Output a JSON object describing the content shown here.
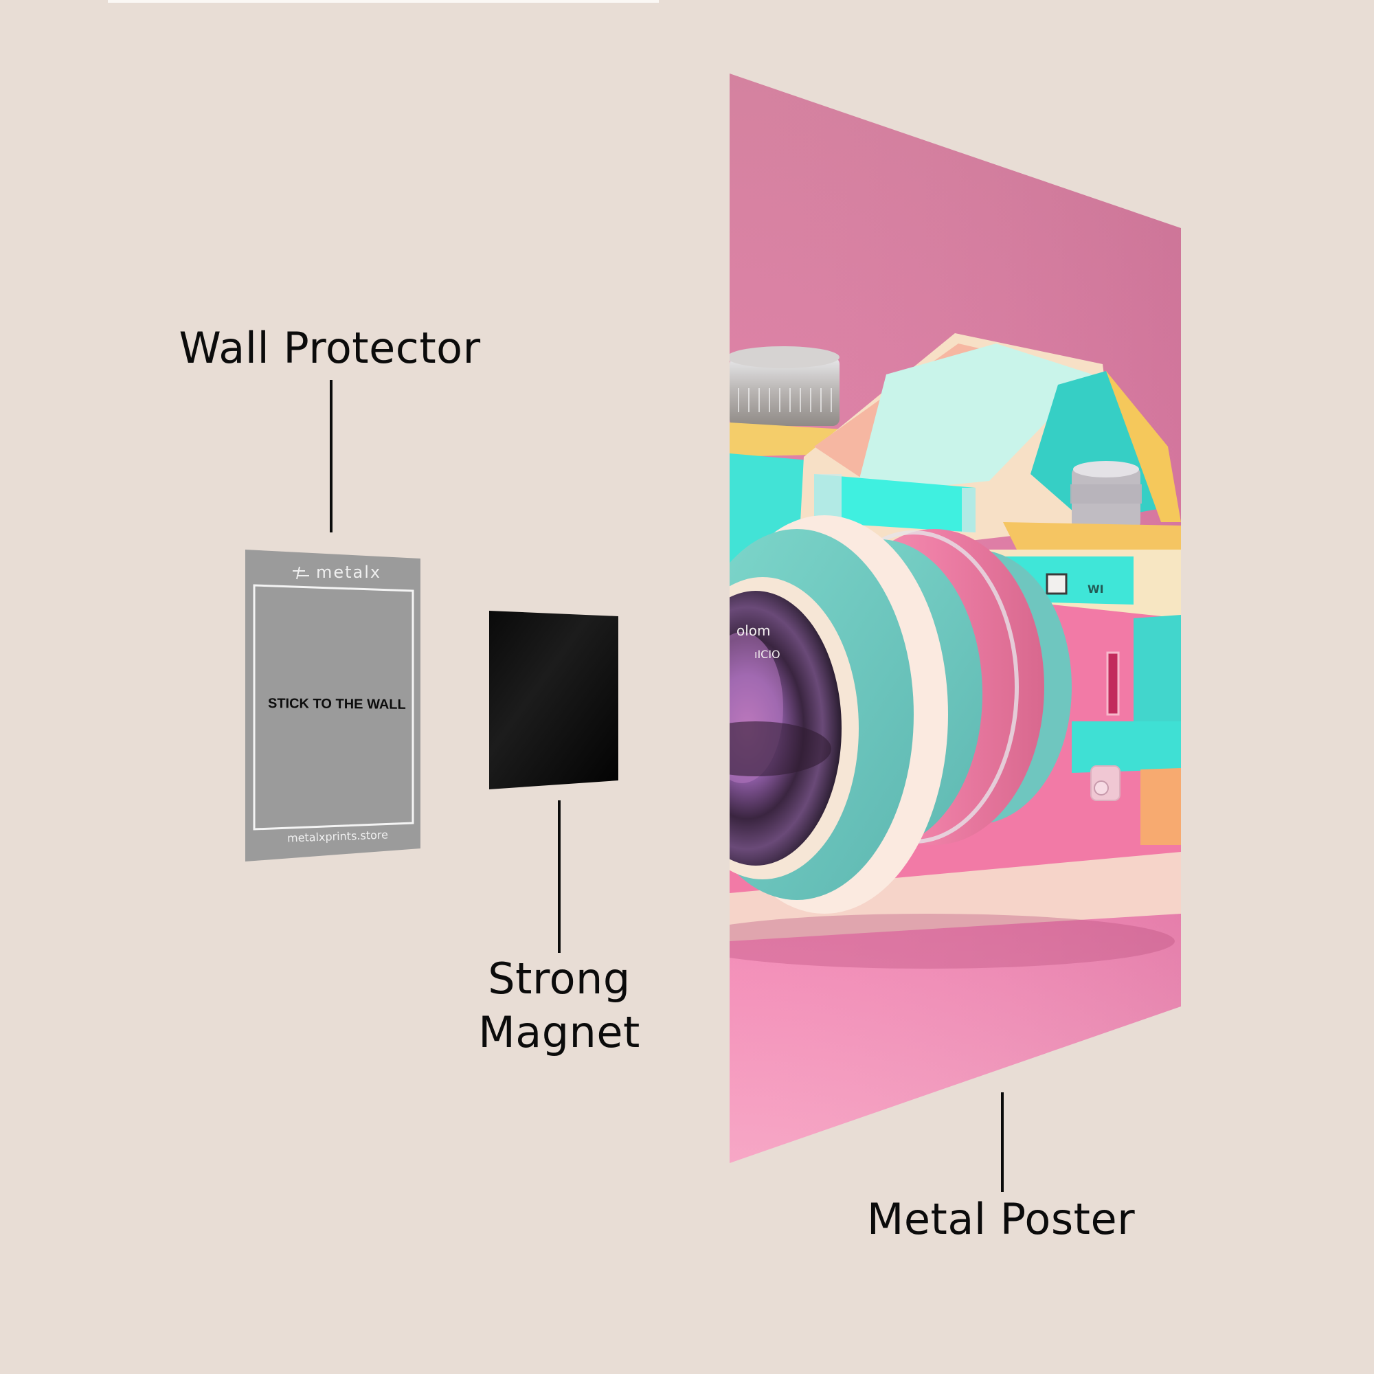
{
  "labels": {
    "wall_protector": "Wall Protector",
    "strong_magnet_line1": "Strong",
    "strong_magnet_line2": "Magnet",
    "metal_poster": "Metal Poster"
  },
  "wall_protector": {
    "brand_logo": "metalx",
    "logo_icon": "metalx-logo-icon",
    "instruction": "STICK TO THE WALL",
    "website": "metalxprints.store",
    "color": "#9a9a9a"
  },
  "magnet": {
    "color": "#050505"
  },
  "poster": {
    "subject": "pastel retro camera",
    "lens_text_1": "olom",
    "lens_text_2": "ıICIO",
    "body_text": "WI",
    "colors": {
      "background_top": "#d27a9a",
      "background_bottom": "#f7a0c2",
      "teal": "#3fe6d8",
      "yellow": "#f5cf68",
      "peach": "#f6b2a0",
      "cream": "#f8e7c8",
      "pink": "#f27aa6"
    }
  },
  "background_color": "#e8ddd5"
}
